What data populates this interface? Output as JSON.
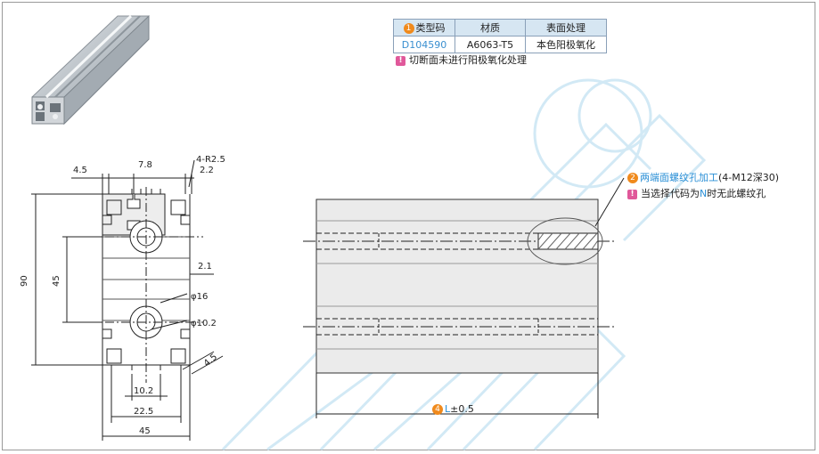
{
  "spec_table": {
    "headers": [
      "类型码",
      "材质",
      "表面处理"
    ],
    "header_badge": "1",
    "row": [
      "D104590",
      "A6063-T5",
      "本色阳极氧化"
    ]
  },
  "note_cut": "切断面未进行阳极氧化处理",
  "side_view": {
    "dims": {
      "top_a": "4.5",
      "top_b": "7.8",
      "radius": "4-R2.5",
      "top_c": "2.2",
      "height_total": "90",
      "height_half": "45",
      "wall": "2.1",
      "dia_outer": "φ16",
      "dia_inner": "φ10.2",
      "slot_side": "4.5",
      "bottom_a": "10.2",
      "bottom_b": "22.5",
      "width_total": "45"
    }
  },
  "front_view": {
    "thread_badge": "2",
    "thread_label": "两端面螺纹孔加工",
    "thread_spec": "(4-M12深30)",
    "thread_note_pre": "当选择代码为",
    "thread_note_code": "N",
    "thread_note_post": "时无此螺纹孔",
    "length_badge": "4",
    "length_label": "L",
    "length_tol": "±0.5"
  },
  "colors": {
    "watermark": "#b8dcef",
    "callout": "#2a8fd6",
    "badge": "#f08a1c",
    "warn": "#e0589a",
    "profile_fill": "#ececec"
  }
}
